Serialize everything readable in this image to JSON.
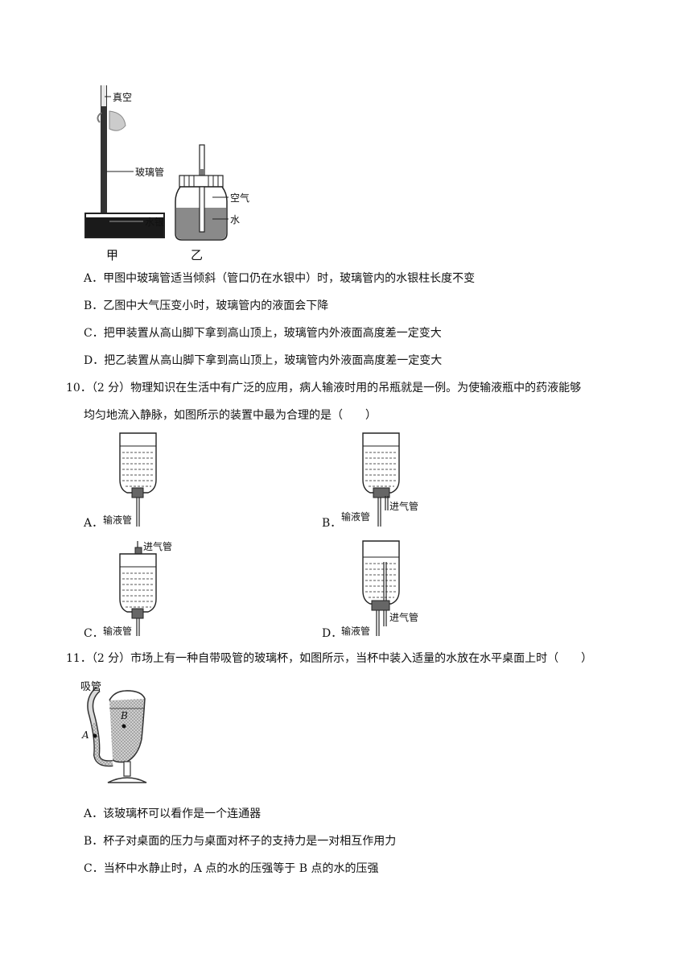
{
  "fig9": {
    "labels": {
      "vacuum": "真空",
      "glass_tube": "玻璃管",
      "mercury": "水银",
      "air": "空气",
      "water": "水",
      "jia": "甲",
      "yi": "乙"
    }
  },
  "q9": {
    "options": [
      "A．甲图中玻璃管适当倾斜（管口仍在水银中）时，玻璃管内的水银柱长度不变",
      "B．乙图中大气压变小时，玻璃管内的液面会下降",
      "C．把甲装置从高山脚下拿到高山顶上，玻璃管内外液面高度差一定变大",
      "D．把乙装置从高山脚下拿到高山顶上，玻璃管内外液面高度差一定变大"
    ]
  },
  "q10": {
    "line1": "10．（2 分）物理知识在生活中有广泛的应用，病人输液时用的吊瓶就是一例。为使输液瓶中的药液能够",
    "line2": "均匀地流入静脉，如图所示的装置中最为合理的是（　　）",
    "opt_letters": [
      "A．",
      "B．",
      "C．",
      "D．"
    ],
    "label_infusion": "输液管",
    "label_inlet": "进气管"
  },
  "q11": {
    "line1": "11．（2 分）市场上有一种自带吸管的玻璃杯，如图所示，当杯中装入适量的水放在水平桌面上时（　　）",
    "fig": {
      "straw": "吸管",
      "A": "A",
      "B": "B"
    },
    "options": [
      "A．该玻璃杯可以看作是一个连通器",
      "B．杯子对桌面的压力与桌面对杯子的支持力是一对相互作用力",
      "C．当杯中水静止时，A 点的水的压强等于 B 点的水的压强"
    ]
  }
}
